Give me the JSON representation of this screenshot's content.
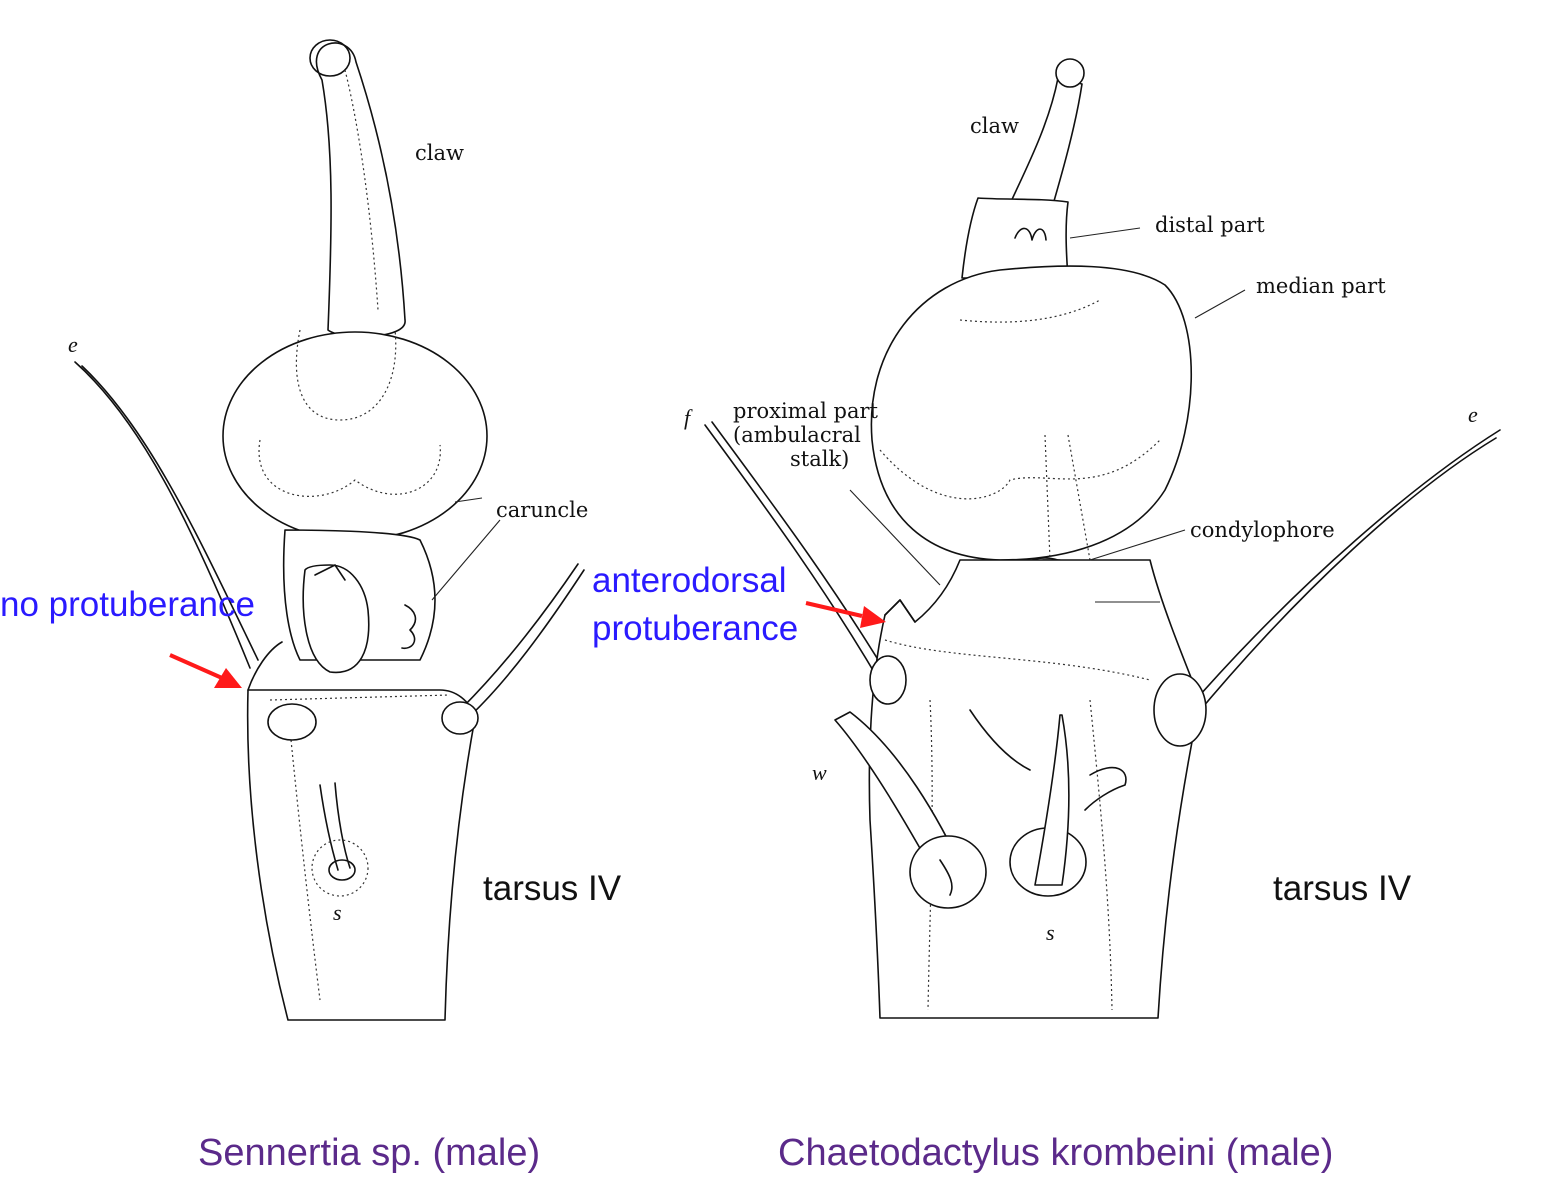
{
  "left_panel": {
    "labels": {
      "claw": "claw",
      "caruncle": "caruncle",
      "e": "e",
      "s": "s",
      "tarsus": "tarsus IV"
    },
    "annotation": "no protuberance",
    "caption": "Sennertia sp. (male)"
  },
  "right_panel": {
    "labels": {
      "claw": "claw",
      "distal": "distal part",
      "median": "median part",
      "proximal_1": "proximal part",
      "proximal_2": "(ambulacral",
      "proximal_3": "stalk)",
      "condylophore": "condylophore",
      "f": "f",
      "e": "e",
      "w": "w",
      "s": "s",
      "tarsus": "tarsus IV"
    },
    "annotation_1": "anterodorsal",
    "annotation_2": "protuberance",
    "caption": "Chaetodactylus krombeini (male)"
  },
  "colors": {
    "annotation_text": "#2a1aff",
    "arrow": "#ff1a1a",
    "caption_text": "#5b2a8a",
    "line": "#111111"
  }
}
